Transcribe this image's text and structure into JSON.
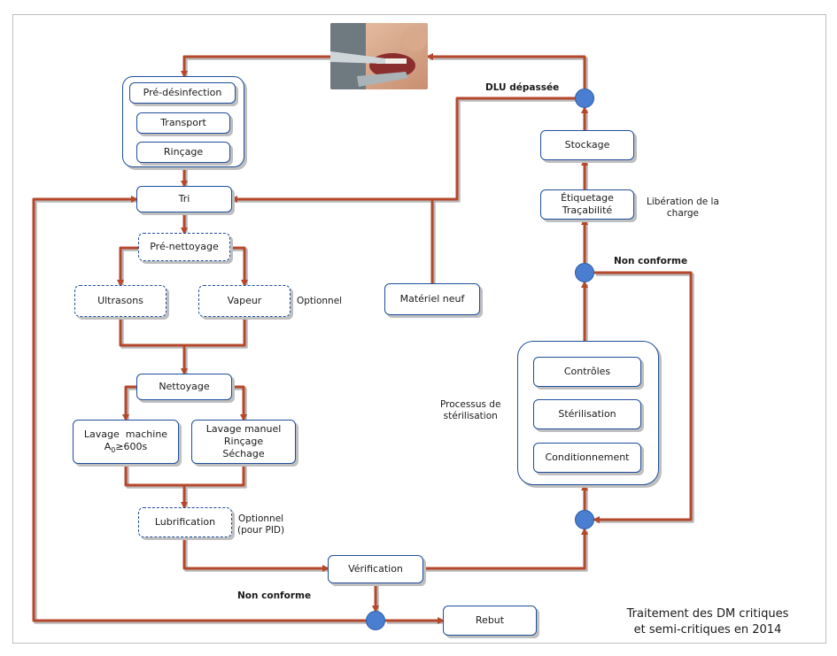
{
  "diagram": {
    "title_line1": "Traitement des DM critiques",
    "title_line2": "et semi-critiques en 2014",
    "boxes": {
      "pre_desinfection": "Pré-désinfection",
      "transport": "Transport",
      "rincage": "Rinçage",
      "tri": "Tri",
      "pre_nettoyage": "Pré-nettoyage",
      "ultrasons": "Ultrasons",
      "vapeur": "Vapeur",
      "nettoyage": "Nettoyage",
      "lavage_machine_l1": "Lavage  machine",
      "lavage_machine_l2_prefix": "A",
      "lavage_machine_l2_sub": "0",
      "lavage_machine_l2_suffix": "≥600s",
      "lavage_manuel_l1": "Lavage manuel",
      "lavage_manuel_l2": "Rinçage",
      "lavage_manuel_l3": "Séchage",
      "lubrification": "Lubrification",
      "verification": "Vérification",
      "rebut": "Rebut",
      "materiel_neuf": "Matériel neuf",
      "stockage": "Stockage",
      "etiquetage_l1": "Étiquetage",
      "etiquetage_l2": "Traçabilité",
      "controles": "Contrôles",
      "sterilisation": "Stérilisation",
      "conditionnement": "Conditionnement"
    },
    "labels": {
      "optionnel": "Optionnel",
      "optionnel_pid_l1": "Optionnel",
      "optionnel_pid_l2": "(pour PID)",
      "dlu_depassee": "DLU dépassée",
      "non_conforme_top": "Non conforme",
      "non_conforme_bottom": "Non conforme",
      "liberation_l1": "Libération de la",
      "liberation_l2": "charge",
      "processus_l1": "Processus de",
      "processus_l2": "stérilisation"
    },
    "colors": {
      "arrow": "#b5482b",
      "arrow_shadow": "#b9b9b9",
      "box_border": "#1f4e9a",
      "node_fill": "#4a7ed0"
    }
  }
}
